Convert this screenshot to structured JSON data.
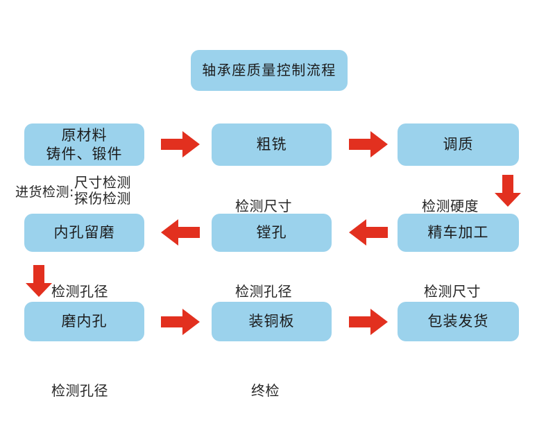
{
  "diagram": {
    "title": "轴承座质量控制流程",
    "colors": {
      "box_fill": "#9BD2EC",
      "arrow_red": "#E2301F",
      "text": "#262626",
      "background": "#FFFFFF"
    },
    "rows": [
      {
        "row_id": "row-1",
        "flow_direction": "right",
        "boxes": [
          {
            "id": "raw-material",
            "label": "原材料\n铸件、锻件"
          },
          {
            "id": "rough-milling",
            "label": "粗铣"
          },
          {
            "id": "quench-temper",
            "label": "调质"
          }
        ],
        "captions": [
          {
            "id": "incoming-inspection",
            "lead": "进货检测:",
            "text": "尺寸检测\n探伤检测"
          },
          {
            "id": "check-dimension-1",
            "text": "检测尺寸"
          },
          {
            "id": "check-hardness",
            "text": "检测硬度"
          }
        ]
      },
      {
        "row_id": "row-2",
        "flow_direction": "left",
        "boxes": [
          {
            "id": "bore-reserve-grind",
            "label": "内孔留磨"
          },
          {
            "id": "boring",
            "label": "镗孔"
          },
          {
            "id": "finish-turning",
            "label": "精车加工"
          }
        ],
        "captions": [
          {
            "id": "check-bore-diameter-1",
            "text": "检测孔径"
          },
          {
            "id": "check-bore-diameter-2",
            "text": "检测孔径"
          },
          {
            "id": "check-dimension-2",
            "text": "检测尺寸"
          }
        ]
      },
      {
        "row_id": "row-3",
        "flow_direction": "right",
        "boxes": [
          {
            "id": "grind-inner-bore",
            "label": "磨内孔"
          },
          {
            "id": "install-copper-plate",
            "label": "装铜板"
          },
          {
            "id": "packing-shipment",
            "label": "包装发货"
          }
        ],
        "captions": [
          {
            "id": "check-bore-diameter-3",
            "text": "检测孔径"
          },
          {
            "id": "final-inspection",
            "text": "终检"
          }
        ]
      }
    ],
    "arrows": [
      {
        "id": "arrow-r1-a",
        "direction": "right"
      },
      {
        "id": "arrow-r1-b",
        "direction": "right"
      },
      {
        "id": "arrow-down-right",
        "direction": "down"
      },
      {
        "id": "arrow-r2-a",
        "direction": "left"
      },
      {
        "id": "arrow-r2-b",
        "direction": "left"
      },
      {
        "id": "arrow-down-left",
        "direction": "down"
      },
      {
        "id": "arrow-r3-a",
        "direction": "right"
      },
      {
        "id": "arrow-r3-b",
        "direction": "right"
      }
    ]
  }
}
